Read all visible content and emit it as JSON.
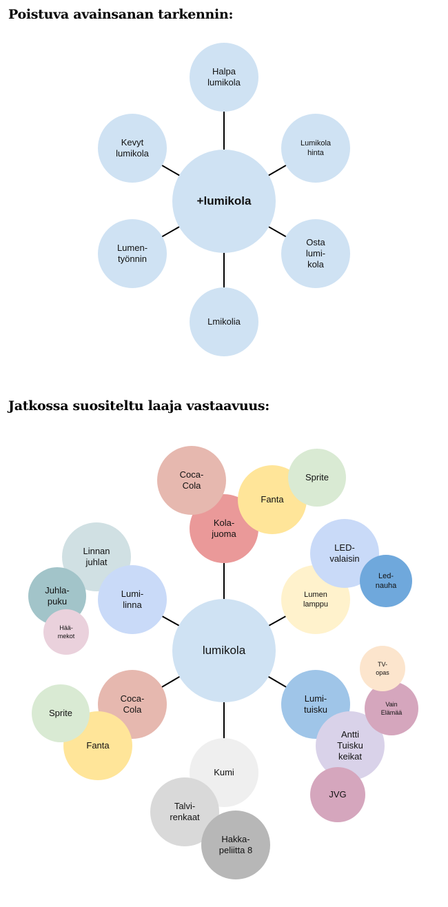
{
  "section1": {
    "heading": "Poistuva avainsanan tarkennin:",
    "center": {
      "label": "+lumikola",
      "color": "#cfe2f3"
    },
    "nodes": [
      {
        "id": "halpa",
        "label": "Halpa\nlumikola",
        "color": "#cfe2f3"
      },
      {
        "id": "kevyt",
        "label": "Kevyt\nlumikola",
        "color": "#cfe2f3"
      },
      {
        "id": "hinta",
        "label": "Lumikola\nhinta",
        "color": "#cfe2f3"
      },
      {
        "id": "tyonnin",
        "label": "Lumen-\ntyönnin",
        "color": "#cfe2f3"
      },
      {
        "id": "osta",
        "label": "Osta\nlumi-\nkola",
        "color": "#cfe2f3"
      },
      {
        "id": "lmikolia",
        "label": "Lmikolia",
        "color": "#cfe2f3"
      }
    ]
  },
  "section2": {
    "heading": "Jatkossa suositeltu laaja vastaavuus:",
    "center": {
      "label": "lumikola",
      "color": "#cfe2f3"
    },
    "nodes": [
      {
        "id": "kolajuoma",
        "label": "Kola-\njuoma",
        "color": "#ea9999"
      },
      {
        "id": "cocacola1",
        "label": "Coca-\nCola",
        "color": "#e6b8af"
      },
      {
        "id": "fanta1",
        "label": "Fanta",
        "color": "#ffe599"
      },
      {
        "id": "sprite1",
        "label": "Sprite",
        "color": "#d9ead3"
      },
      {
        "id": "lumenlamppu",
        "label": "Lumen\nlamppu",
        "color": "#fff2cc"
      },
      {
        "id": "ledvalaisin",
        "label": "LED-\nvalaisin",
        "color": "#c9daf8"
      },
      {
        "id": "lednauha",
        "label": "Led-\nnauha",
        "color": "#6fa8dc"
      },
      {
        "id": "linnanjuhlat",
        "label": "Linnan\njuhlat",
        "color": "#d0e0e3"
      },
      {
        "id": "lumilinna",
        "label": "Lumi-\nlinna",
        "color": "#c9daf8"
      },
      {
        "id": "juhlapuku",
        "label": "Juhla-\npuku",
        "color": "#a2c4c9"
      },
      {
        "id": "haamekot",
        "label": "Hää-\nmekot",
        "color": "#ead1dc"
      },
      {
        "id": "cocacola2",
        "label": "Coca-\nCola",
        "color": "#e6b8af"
      },
      {
        "id": "fanta2",
        "label": "Fanta",
        "color": "#ffe599"
      },
      {
        "id": "sprite2",
        "label": "Sprite",
        "color": "#d9ead3"
      },
      {
        "id": "kumi",
        "label": "Kumi",
        "color": "#efefef"
      },
      {
        "id": "talvirenkaat",
        "label": "Talvi-\nrenkaat",
        "color": "#d9d9d9"
      },
      {
        "id": "hakkapeliitta",
        "label": "Hakka-\npeliitta 8",
        "color": "#b7b7b7"
      },
      {
        "id": "lumituisku",
        "label": "Lumi-\ntuisku",
        "color": "#9fc5e8"
      },
      {
        "id": "antti",
        "label": "Antti\nTuisku\nkeikat",
        "color": "#d9d2e9"
      },
      {
        "id": "vainelamaa",
        "label": "Vain\nElämää",
        "color": "#d5a6bd"
      },
      {
        "id": "tvopas",
        "label": "TV-\nopas",
        "color": "#fce5cd"
      },
      {
        "id": "jvg",
        "label": "JVG",
        "color": "#d5a6bd"
      }
    ]
  }
}
